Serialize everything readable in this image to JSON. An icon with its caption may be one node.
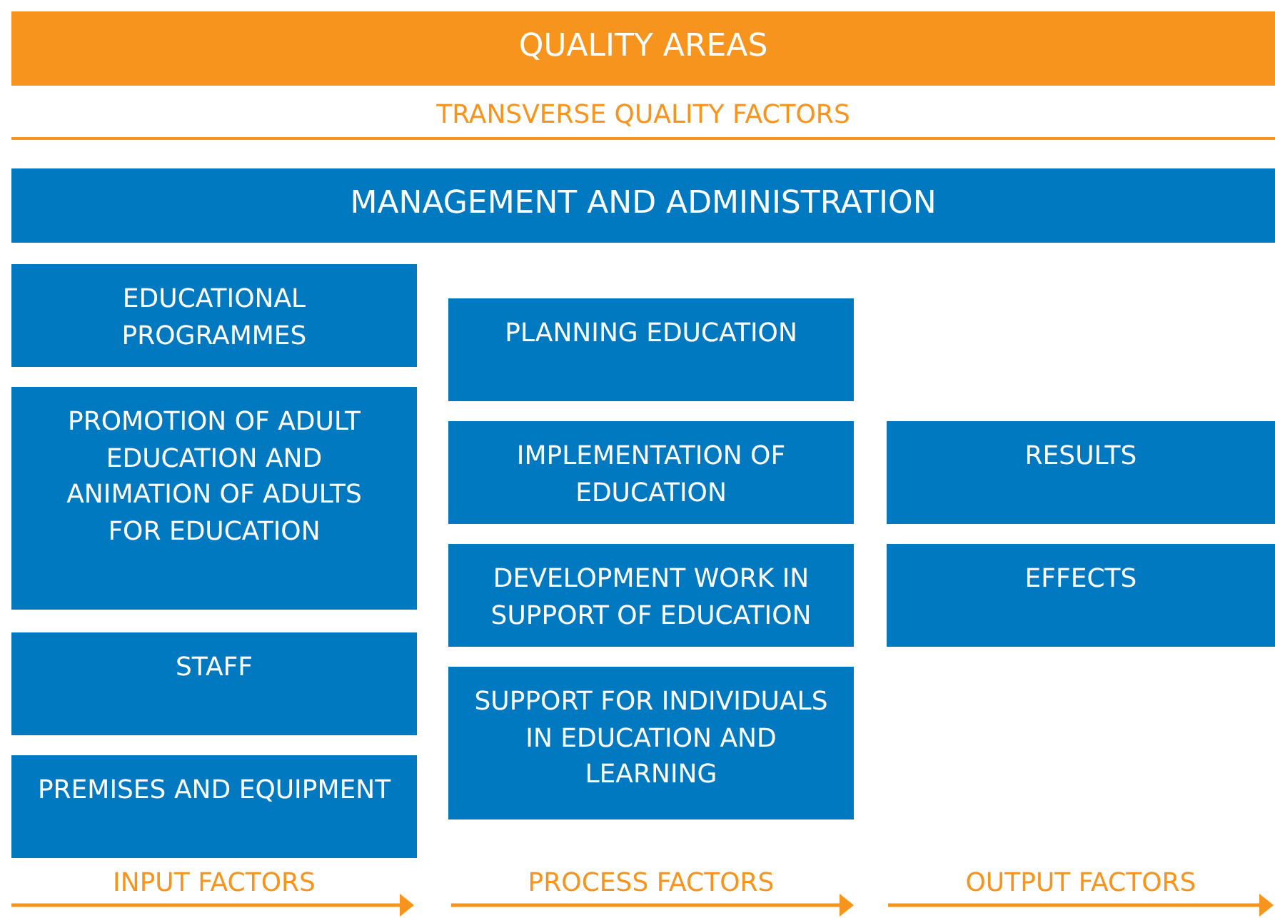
{
  "diagram": {
    "nodes": [
      {
        "text": [
          "QUALITY AREAS"
        ]
      },
      {
        "text": [
          "MANAGEMENT AND ADMINISTRATION"
        ]
      },
      {
        "text": [
          "EDUCATIONAL PROGRAMMES"
        ]
      },
      {
        "text": [
          "PROMOTION OF ADULT EDUCATION AND ANIMATION OF ADULTS FOR EDUCATION"
        ]
      },
      {
        "text": [
          "STAFF"
        ]
      },
      {
        "text": [
          "PREMISES AND EQUIPMENT"
        ]
      },
      {
        "text": [
          "PLANNING EDUCATION"
        ]
      },
      {
        "text": [
          "IMPLEMENTATION OF EDUCATION"
        ]
      },
      {
        "text": [
          "DEVELOPMENT WORK IN SUPPORT OF EDUCATION"
        ]
      },
      {
        "text": [
          "SUPPORT FOR INDIVIDUALS IN EDUCATION AND LEARNING"
        ]
      },
      {
        "text": [
          "RESULTS"
        ]
      },
      {
        "text": [
          "EFFECTS"
        ]
      }
    ],
    "edges": [],
    "labels": [
      "TRANSVERSE QUALITY FACTORS",
      "INPUT FACTORS",
      "PROCESS FACTORS",
      "OUTPUT FACTORS"
    ]
  }
}
